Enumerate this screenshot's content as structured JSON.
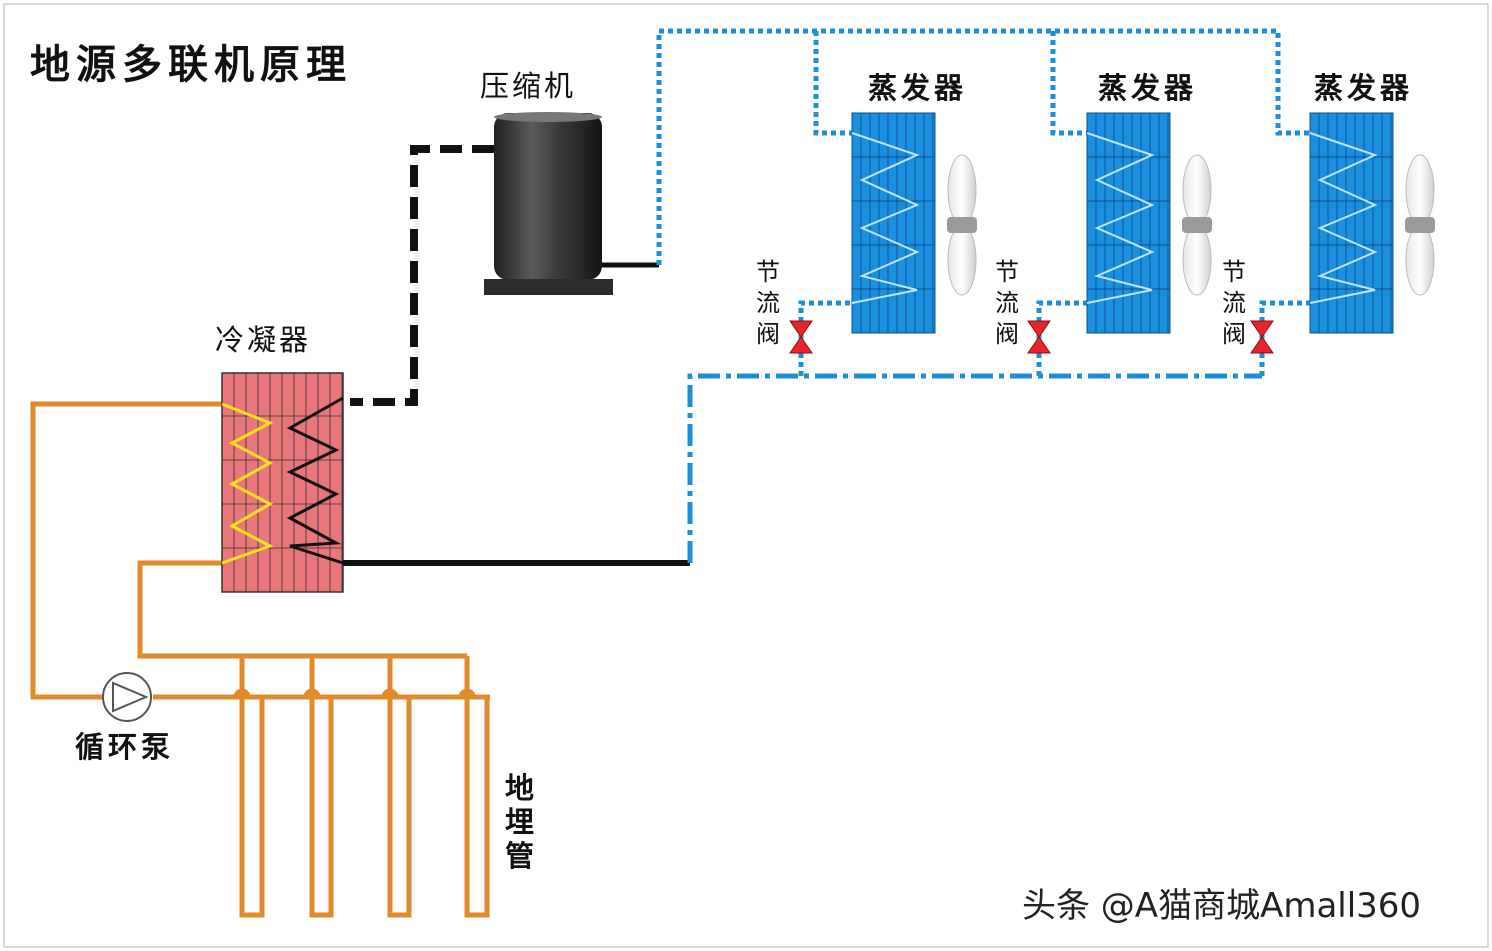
{
  "title": "地源多联机原理",
  "labels": {
    "compressor": "压缩机",
    "condenser": "冷凝器",
    "evaporator": "蒸发器",
    "throttle_valve": [
      "节",
      "流",
      "阀"
    ],
    "pump": "循环泵",
    "ground_pipe": [
      "地",
      "埋",
      "管"
    ]
  },
  "watermark": "头条 @A猫商城Amall360",
  "colors": {
    "ground_loop": "#e08a2a",
    "refrigerant_liquid": "#1c8fd6",
    "refrigerant_line": "#111111",
    "condenser_fill": "#e9767a",
    "evaporator_fill": "#1a8fe0",
    "valve": "#e8242b",
    "coil_yellow": "#f5e21b"
  }
}
